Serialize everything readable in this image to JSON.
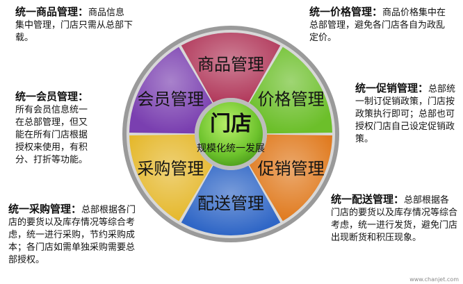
{
  "center": {
    "title": "门店",
    "subtitle": "规模化统一发展"
  },
  "segments": [
    {
      "label": "商品管理",
      "color": "#b23a5c"
    },
    {
      "label": "价格管理",
      "color": "#6cbf2a"
    },
    {
      "label": "促销管理",
      "color": "#e07a1e"
    },
    {
      "label": "配送管理",
      "color": "#2f66c6"
    },
    {
      "label": "采购管理",
      "color": "#e5b82c"
    },
    {
      "label": "会员管理",
      "color": "#7a3fb0"
    }
  ],
  "notes": {
    "product": {
      "title": "统一商品管理：",
      "body": "商品信息集中管理，门店只需从总部下载。"
    },
    "price": {
      "title": "统一价格管理：",
      "body": "商品价格集中在总部管理，避免各门店各自为政乱定价。"
    },
    "member": {
      "title": "统一会员管理：",
      "body": "所有会员信息统一在总部管理，但又能在所有门店根据授权来使用，有积分、打折等功能。"
    },
    "promotion": {
      "title": "统一促销管理：",
      "body": "总部统一制订促销政策，门店按政策执行即可；总部也可授权门店自己设定促销政策。"
    },
    "purchase": {
      "title": "统一采购管理：",
      "body": "总部根据各门店的要货以及库存情况等综合考虑，统一进行采购，节约采购成本；各门店如需单独采购需要总部授权。"
    },
    "delivery": {
      "title": "统一配送管理：",
      "body": "总部根据各门店的要货以及库存情况等综合考虑，统一进行发货，避免门店出现断货和积压现象。"
    }
  },
  "watermark": "www.chanjet.com"
}
